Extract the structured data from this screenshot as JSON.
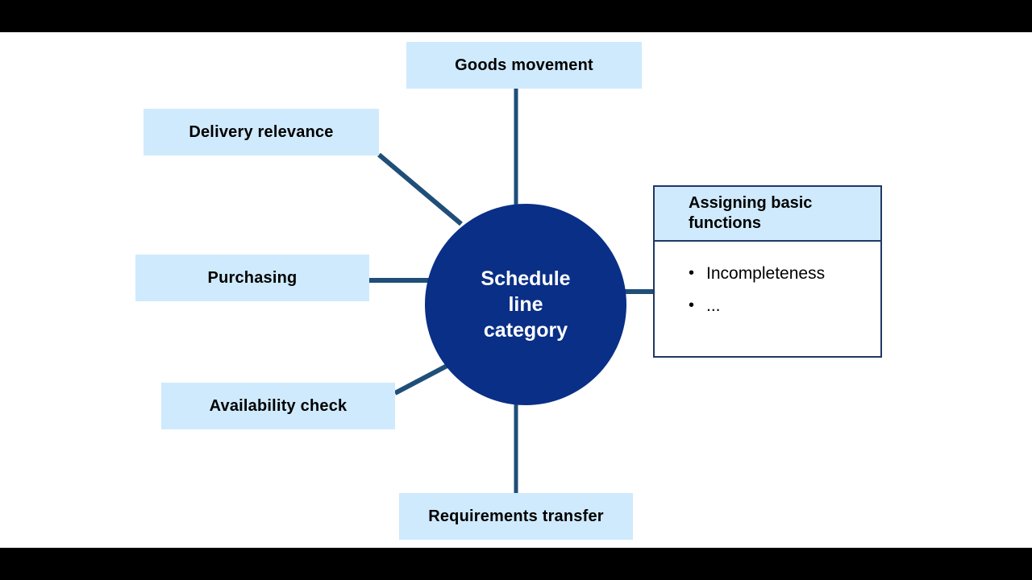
{
  "slide": {
    "hub": {
      "label": "Schedule\nline\ncategory",
      "color": "#0a2f87",
      "text_color": "#ffffff"
    },
    "node_color": "#cfeafc",
    "connector_color": "#1f4e79",
    "nodes": [
      {
        "id": "goods-movement",
        "label": "Goods movement"
      },
      {
        "id": "delivery-relevance",
        "label": "Delivery relevance"
      },
      {
        "id": "purchasing",
        "label": "Purchasing"
      },
      {
        "id": "availability-check",
        "label": "Availability check"
      },
      {
        "id": "requirements-transfer",
        "label": "Requirements transfer"
      }
    ],
    "panel": {
      "title": "Assigning basic functions",
      "border_color": "#1f3864",
      "header_color": "#cfeafc",
      "items": [
        "Incompleteness",
        "..."
      ]
    }
  }
}
